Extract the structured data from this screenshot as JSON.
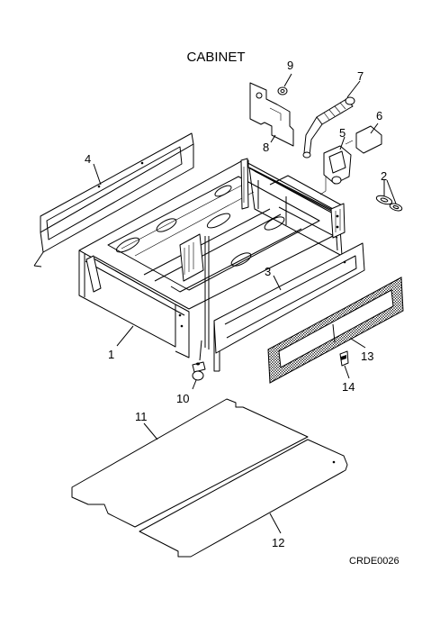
{
  "diagram": {
    "title": "CABINET",
    "code": "CRDE0026"
  },
  "callouts": [
    {
      "id": "1",
      "label": "1"
    },
    {
      "id": "2",
      "label": "2"
    },
    {
      "id": "3",
      "label": "3"
    },
    {
      "id": "4",
      "label": "4"
    },
    {
      "id": "5",
      "label": "5"
    },
    {
      "id": "6",
      "label": "6"
    },
    {
      "id": "7",
      "label": "7"
    },
    {
      "id": "8",
      "label": "8"
    },
    {
      "id": "9",
      "label": "9"
    },
    {
      "id": "10",
      "label": "10"
    },
    {
      "id": "11",
      "label": "11"
    },
    {
      "id": "12",
      "label": "12"
    },
    {
      "id": "13",
      "label": "13"
    },
    {
      "id": "14",
      "label": "14"
    }
  ]
}
